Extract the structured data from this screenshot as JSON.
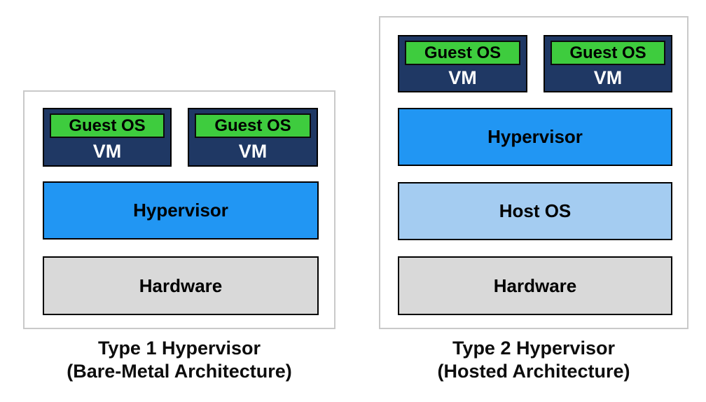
{
  "colors": {
    "background": "#FFFFFF",
    "vm_navy": "#1F3864",
    "guest_os_green": "#3ECC3E",
    "hypervisor_blue": "#2196F3",
    "host_os_light_blue": "#A4CCF1",
    "hardware_gray": "#D9D9D9",
    "container_border_gray": "#C9C9C9",
    "box_border_black": "#000000"
  },
  "panels": [
    {
      "id": "type1",
      "caption_line1": "Type 1 Hypervisor",
      "caption_line2": "(Bare-Metal Architecture)",
      "vms": [
        {
          "guest_os_label": "Guest OS",
          "vm_label": "VM"
        },
        {
          "guest_os_label": "Guest OS",
          "vm_label": "VM"
        }
      ],
      "layers": [
        {
          "label": "Hypervisor",
          "color": "#2196F3"
        },
        {
          "label": "Hardware",
          "color": "#D9D9D9"
        }
      ]
    },
    {
      "id": "type2",
      "caption_line1": "Type 2 Hypervisor",
      "caption_line2": "(Hosted Architecture)",
      "vms": [
        {
          "guest_os_label": "Guest OS",
          "vm_label": "VM"
        },
        {
          "guest_os_label": "Guest OS",
          "vm_label": "VM"
        }
      ],
      "layers": [
        {
          "label": "Hypervisor",
          "color": "#2196F3"
        },
        {
          "label": "Host OS",
          "color": "#A4CCF1"
        },
        {
          "label": "Hardware",
          "color": "#D9D9D9"
        }
      ]
    }
  ]
}
